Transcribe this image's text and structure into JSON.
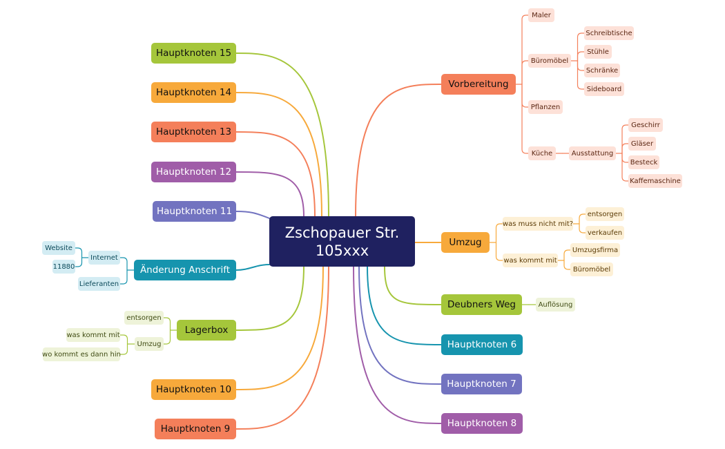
{
  "root": {
    "line1": "Zschopauer Str.",
    "line2": "105xxx"
  },
  "colors": {
    "green": "#a5c63b",
    "green_light": "#eef3d9",
    "green_text": "#3e4a12",
    "orange": "#f7a93b",
    "orange_light": "#fdf0d6",
    "orange_text": "#5a3a05",
    "red": "#f47f5a",
    "red_light": "#fde1d8",
    "red_text": "#5a2612",
    "purple": "#a05da8",
    "blue_purple": "#7273c0",
    "teal": "#1694ae",
    "teal_light": "#d3ecf3",
    "teal_text": "#0c4a5a",
    "dark": "#1f2160"
  },
  "nodes": {
    "hk15": "Hauptknoten 15",
    "hk14": "Hauptknoten 14",
    "hk13": "Hauptknoten 13",
    "hk12": "Hauptknoten 12",
    "hk11": "Hauptknoten 11",
    "anschrift": "Änderung Anschrift",
    "lagerbox": "Lagerbox",
    "hk10": "Hauptknoten 10",
    "hk9": "Hauptknoten 9",
    "vorbereitung": "Vorbereitung",
    "umzug": "Umzug",
    "deubner": "Deubners Weg",
    "hk6": "Hauptknoten 6",
    "hk7": "Hauptknoten 7",
    "hk8": "Hauptknoten 8"
  },
  "sub": {
    "maler": "Maler",
    "bueromoebel": "Büromöbel",
    "schreibtische": "Schreibtische",
    "stuehle": "Stühle",
    "schraenke": "Schränke",
    "sideboard": "Sideboard",
    "pflanzen": "Pflanzen",
    "kueche": "Küche",
    "ausstattung": "Ausstattung",
    "geschirr": "Geschirr",
    "glaeser": "Gläser",
    "besteck": "Besteck",
    "kaffemaschine": "Kaffemaschine",
    "nicht_mit": "was muss nicht mit?",
    "entsorgen_u": "entsorgen",
    "verkaufen": "verkaufen",
    "kommt_mit_u": "was kommt mit",
    "umzugsfirma": "Umzugsfirma",
    "bueromoebel_u": "Büromöbel",
    "aufloesung": "Auflösung",
    "internet": "Internet",
    "website": "Website",
    "n11880": "11880",
    "lieferanten": "Lieferanten",
    "entsorgen_l": "entsorgen",
    "umzug_l": "Umzug",
    "kommt_mit_l": "was kommt mit",
    "wo_hin": "wo kommt es dann hin"
  }
}
